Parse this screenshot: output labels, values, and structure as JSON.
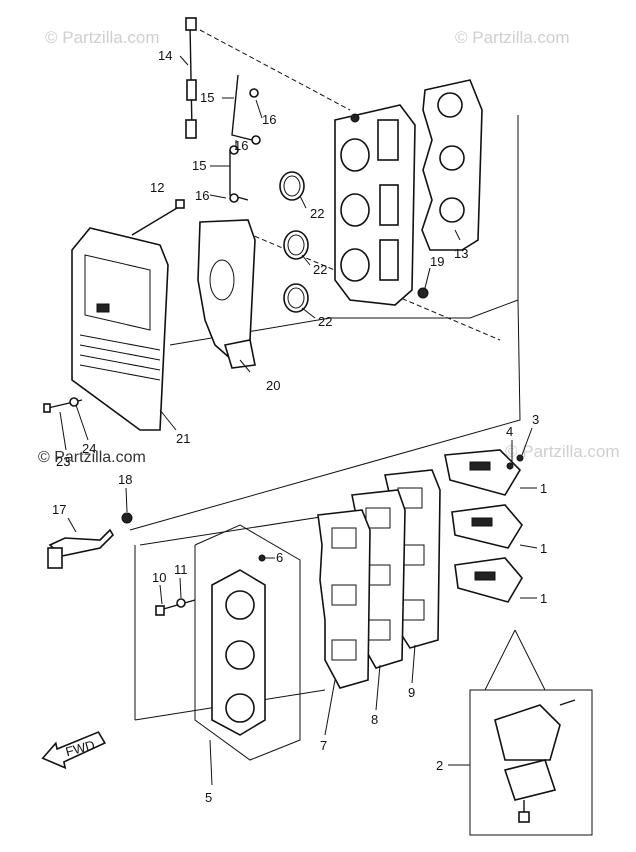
{
  "watermarks": {
    "top_left": "© Partzilla.com",
    "top_right": "© Partzilla.com",
    "mid_left": "© Partzilla.com",
    "mid_right": "© Partzilla.com"
  },
  "fwd_label": "FWD",
  "callouts": {
    "c1a": "1",
    "c1b": "1",
    "c1c": "1",
    "c2": "2",
    "c3": "3",
    "c4": "4",
    "c5": "5",
    "c6": "6",
    "c7": "7",
    "c8": "8",
    "c9": "9",
    "c10": "10",
    "c11": "11",
    "c12": "12",
    "c13": "13",
    "c14": "14",
    "c15a": "15",
    "c15b": "15",
    "c16a": "16",
    "c16b": "16",
    "c16c": "16",
    "c17": "17",
    "c18": "18",
    "c19": "19",
    "c20": "20",
    "c21": "21",
    "c22a": "22",
    "c22b": "22",
    "c22c": "22",
    "c23": "23",
    "c24": "24"
  }
}
